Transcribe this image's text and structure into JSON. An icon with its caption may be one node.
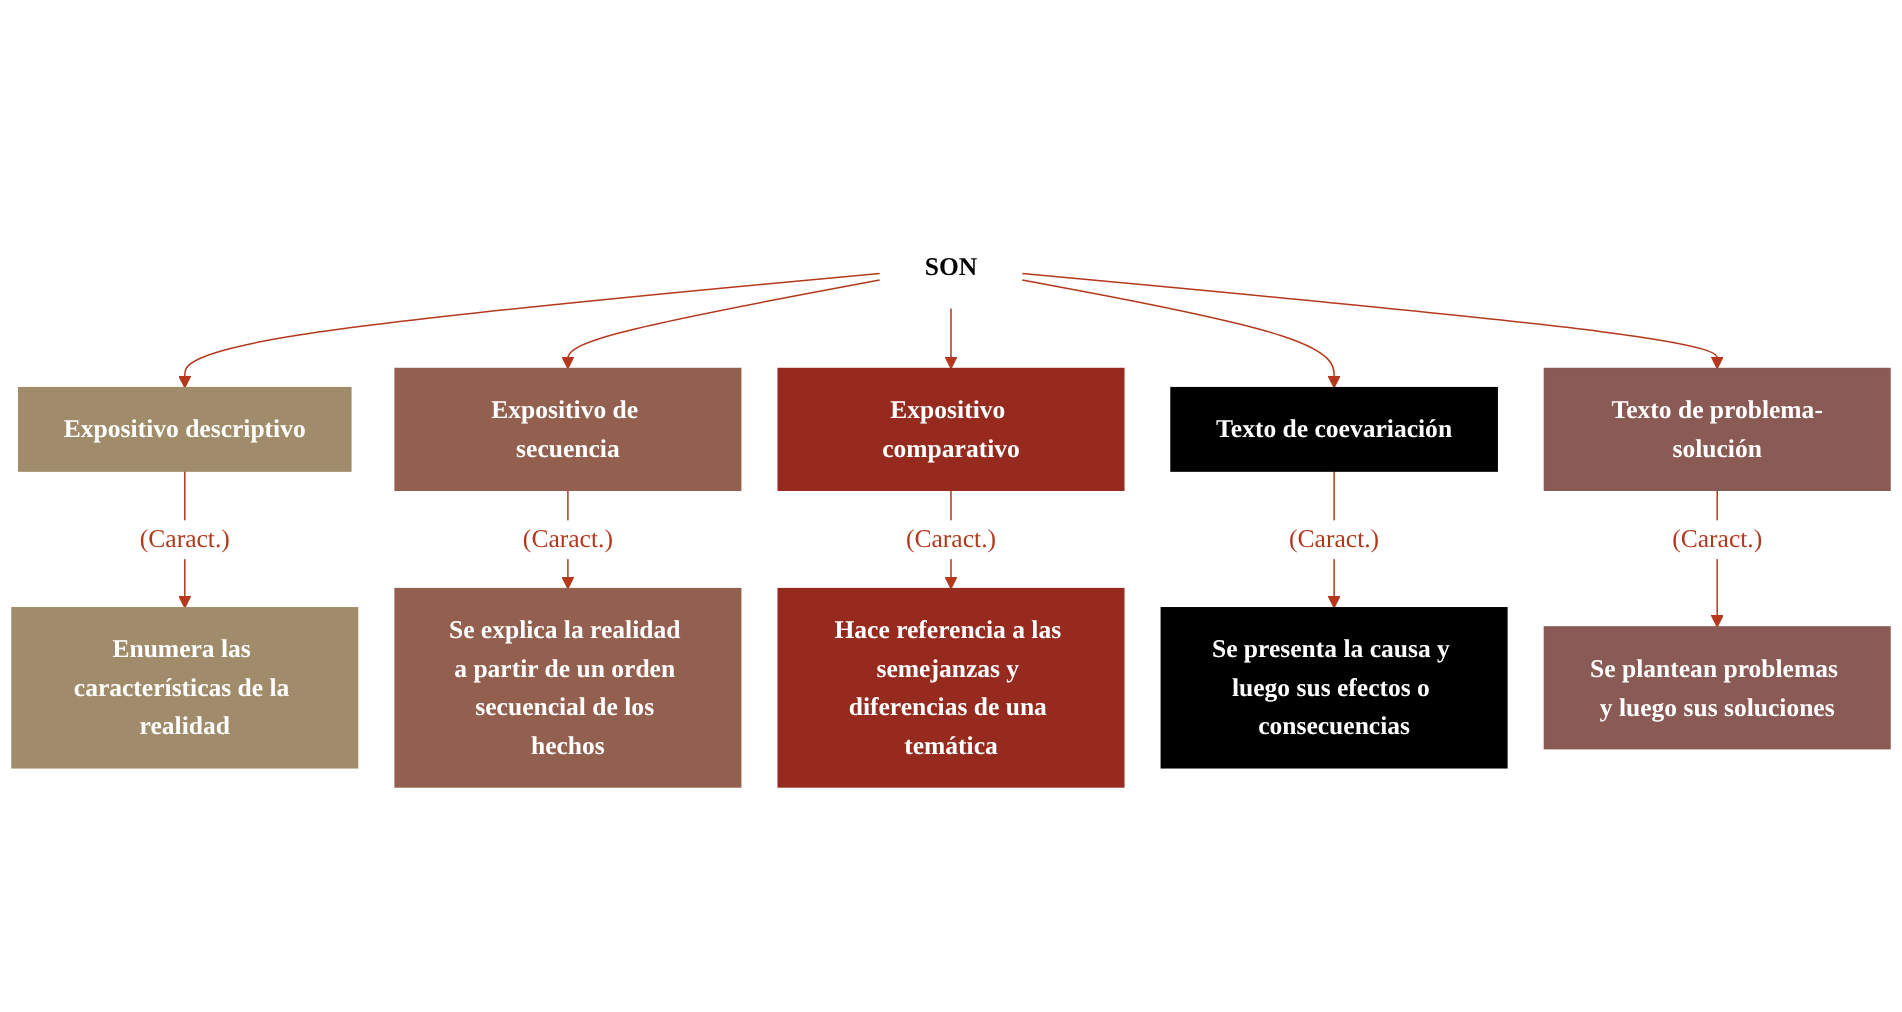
{
  "diagram": {
    "nodes": [
      {
        "text": [
          "SON"
        ]
      },
      {
        "text": [
          "Expositivo descriptivo"
        ]
      },
      {
        "text": [
          "Enumera las características de la realidad"
        ]
      },
      {
        "text": [
          "Expositivo de secuencia"
        ]
      },
      {
        "text": [
          "Se explica la realidad a partir de un orden secuencial de los hechos"
        ]
      },
      {
        "text": [
          "Expositivo comparativo"
        ]
      },
      {
        "text": [
          "Hace referencia a las semejanzas y diferencias de una temática"
        ]
      },
      {
        "text": [
          "Texto de coevariación"
        ]
      },
      {
        "text": [
          "Se presenta la causa y luego sus efectos o consecuencias"
        ]
      },
      {
        "text": [
          "Texto de problema-solución"
        ]
      },
      {
        "text": [
          "Se plantean problemas y luego sus soluciones"
        ]
      }
    ],
    "edges": [
      {
        "from": 0,
        "to": 1,
        "arrow": "to"
      },
      {
        "from": 0,
        "to": 3,
        "arrow": "to"
      },
      {
        "from": 0,
        "to": 5,
        "arrow": "to"
      },
      {
        "from": 0,
        "to": 7,
        "arrow": "to"
      },
      {
        "from": 0,
        "to": 9,
        "arrow": "to"
      },
      {
        "from": 1,
        "to": 2,
        "arrow": "to",
        "label": "(Caract.)"
      },
      {
        "from": 3,
        "to": 4,
        "arrow": "to",
        "label": "(Caract.)"
      },
      {
        "from": 5,
        "to": 6,
        "arrow": "to",
        "label": "(Caract.)"
      },
      {
        "from": 7,
        "to": 8,
        "arrow": "to",
        "label": "(Caract.)"
      },
      {
        "from": 9,
        "to": 10,
        "arrow": "to",
        "label": "(Caract.)"
      }
    ]
  }
}
